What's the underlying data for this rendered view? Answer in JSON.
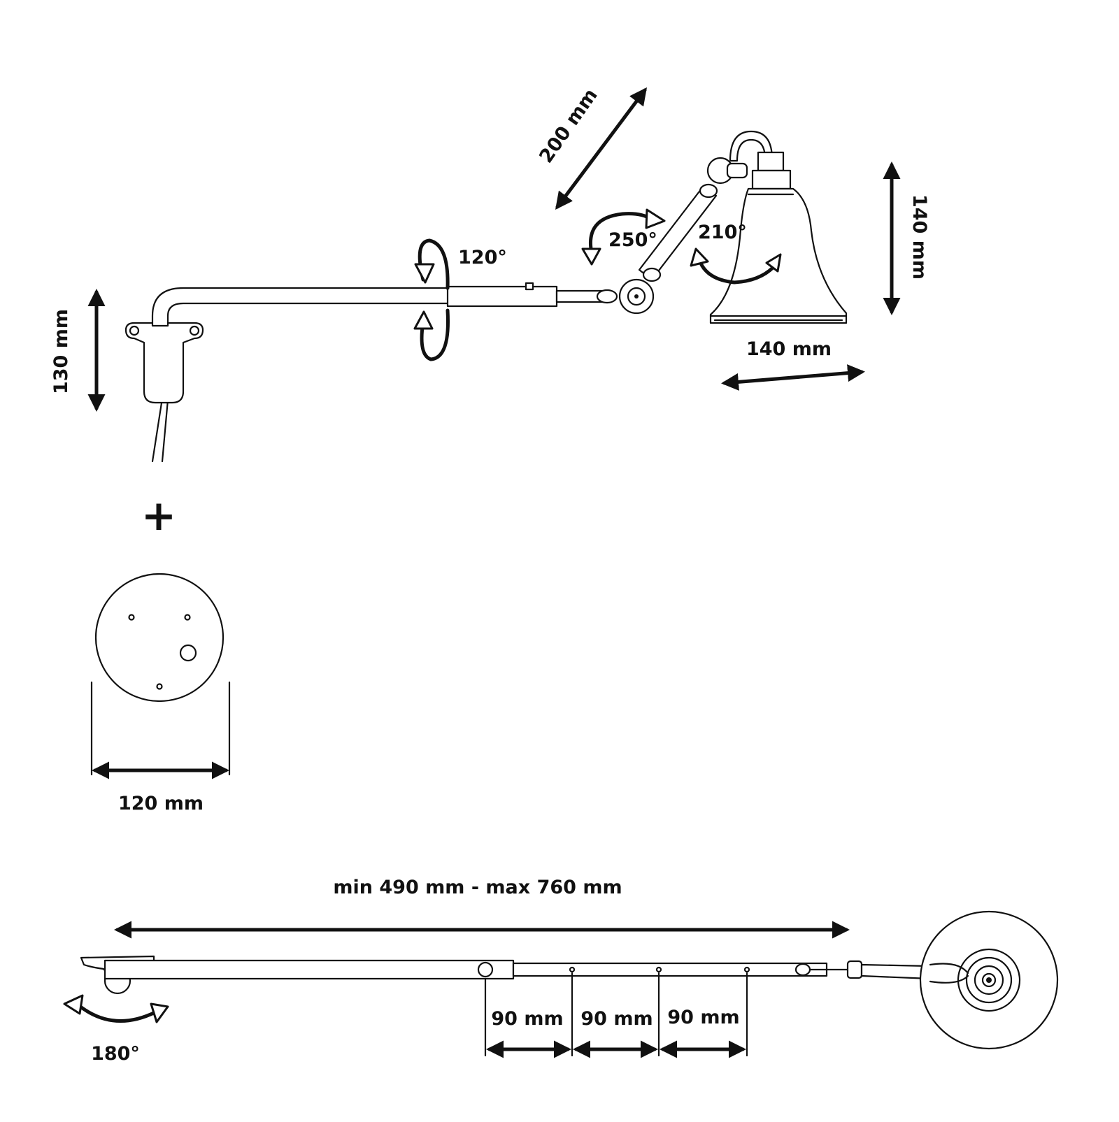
{
  "labels": {
    "arm_segment": "200 mm",
    "rot_arm": "120°",
    "rot_elbow": "250°",
    "rot_shade": "210°",
    "shade_height": "140 mm",
    "shade_width": "140 mm",
    "base_height": "130 mm",
    "plate_diameter": "120 mm",
    "extension_range": "min 490 mm - max 760 mm",
    "step_1": "90 mm",
    "step_2": "90 mm",
    "step_3": "90 mm",
    "rot_base": "180°",
    "plus_sign": "+"
  },
  "colors": {
    "ink": "#111111",
    "paper": "#ffffff"
  }
}
